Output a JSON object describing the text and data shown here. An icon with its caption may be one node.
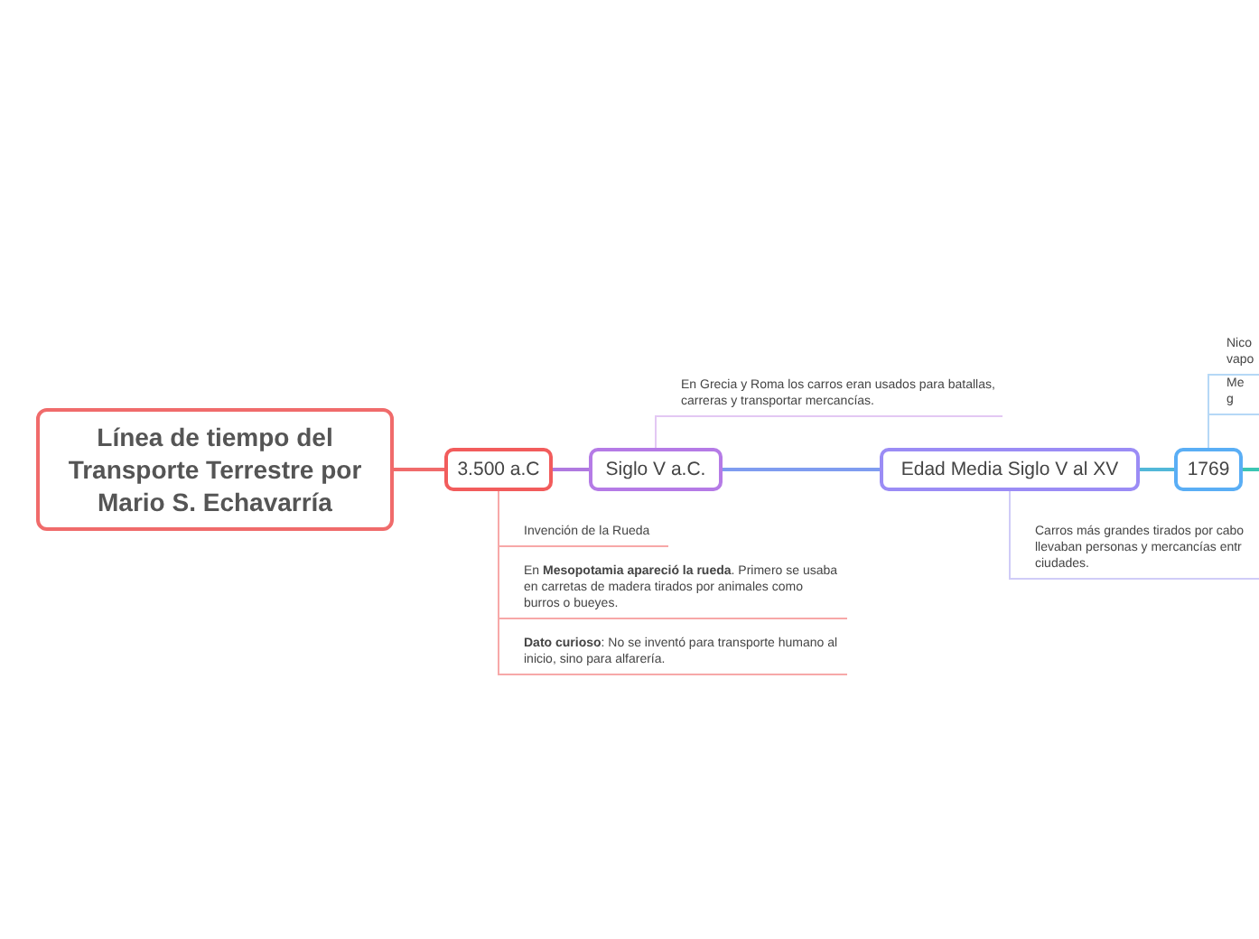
{
  "diagram": {
    "nodes": [
      {
        "text": [
          "Línea de tiempo del Transporte Terrestre por Mario S. Echavarría"
        ]
      },
      {
        "text": [
          "3.500 a.C"
        ]
      },
      {
        "text": [
          "Siglo V a.C."
        ]
      },
      {
        "text": [
          "Edad Media Siglo V al XV"
        ]
      },
      {
        "text": [
          "1769"
        ]
      },
      {
        "text": [
          "Invención de la Rueda"
        ]
      },
      {
        "text": [
          "En **Mesopotamia apareció la rueda**. Primero se usaba en carretas de madera tirados por animales como burros o bueyes."
        ]
      },
      {
        "text": [
          "**Dato curioso**: No se inventó para transporte humano al inicio, sino para alfarería."
        ]
      },
      {
        "text": [
          "En Grecia y Roma los carros eran usados para batallas, carreras y transportar mercancías."
        ]
      },
      {
        "text": [
          "Carros más grandes tirados por cabo llevaban personas y mercancías entr ciudades."
        ]
      },
      {
        "text": [
          "Nico vapo"
        ]
      },
      {
        "text": [
          "Me g"
        ]
      }
    ],
    "edges": [
      {
        "from": 0,
        "to": 1,
        "arrow": "none",
        "color": "#f06b6b"
      },
      {
        "from": 1,
        "to": 2,
        "arrow": "none",
        "color": "#b07ae0"
      },
      {
        "from": 2,
        "to": 3,
        "arrow": "none",
        "color": "#7f9cf0"
      },
      {
        "from": 3,
        "to": 4,
        "arrow": "none",
        "color": "#52b8d8"
      },
      {
        "from": 4,
        "to": null,
        "arrow": "none",
        "color": "#3cc6b4"
      },
      {
        "from": 1,
        "to": 5,
        "arrow": "none",
        "color": "#f7a8a8"
      },
      {
        "from": 1,
        "to": 6,
        "arrow": "none",
        "color": "#f7a8a8"
      },
      {
        "from": 1,
        "to": 7,
        "arrow": "none",
        "color": "#f7a8a8"
      },
      {
        "from": 2,
        "to": 8,
        "arrow": "none",
        "color": "#e3c8f3"
      },
      {
        "from": 3,
        "to": 9,
        "arrow": "none",
        "color": "#d0ccf8"
      },
      {
        "from": 4,
        "to": 10,
        "arrow": "none",
        "color": "#b5d8f6"
      },
      {
        "from": 4,
        "to": 11,
        "arrow": "none",
        "color": "#b5d8f6"
      }
    ]
  }
}
